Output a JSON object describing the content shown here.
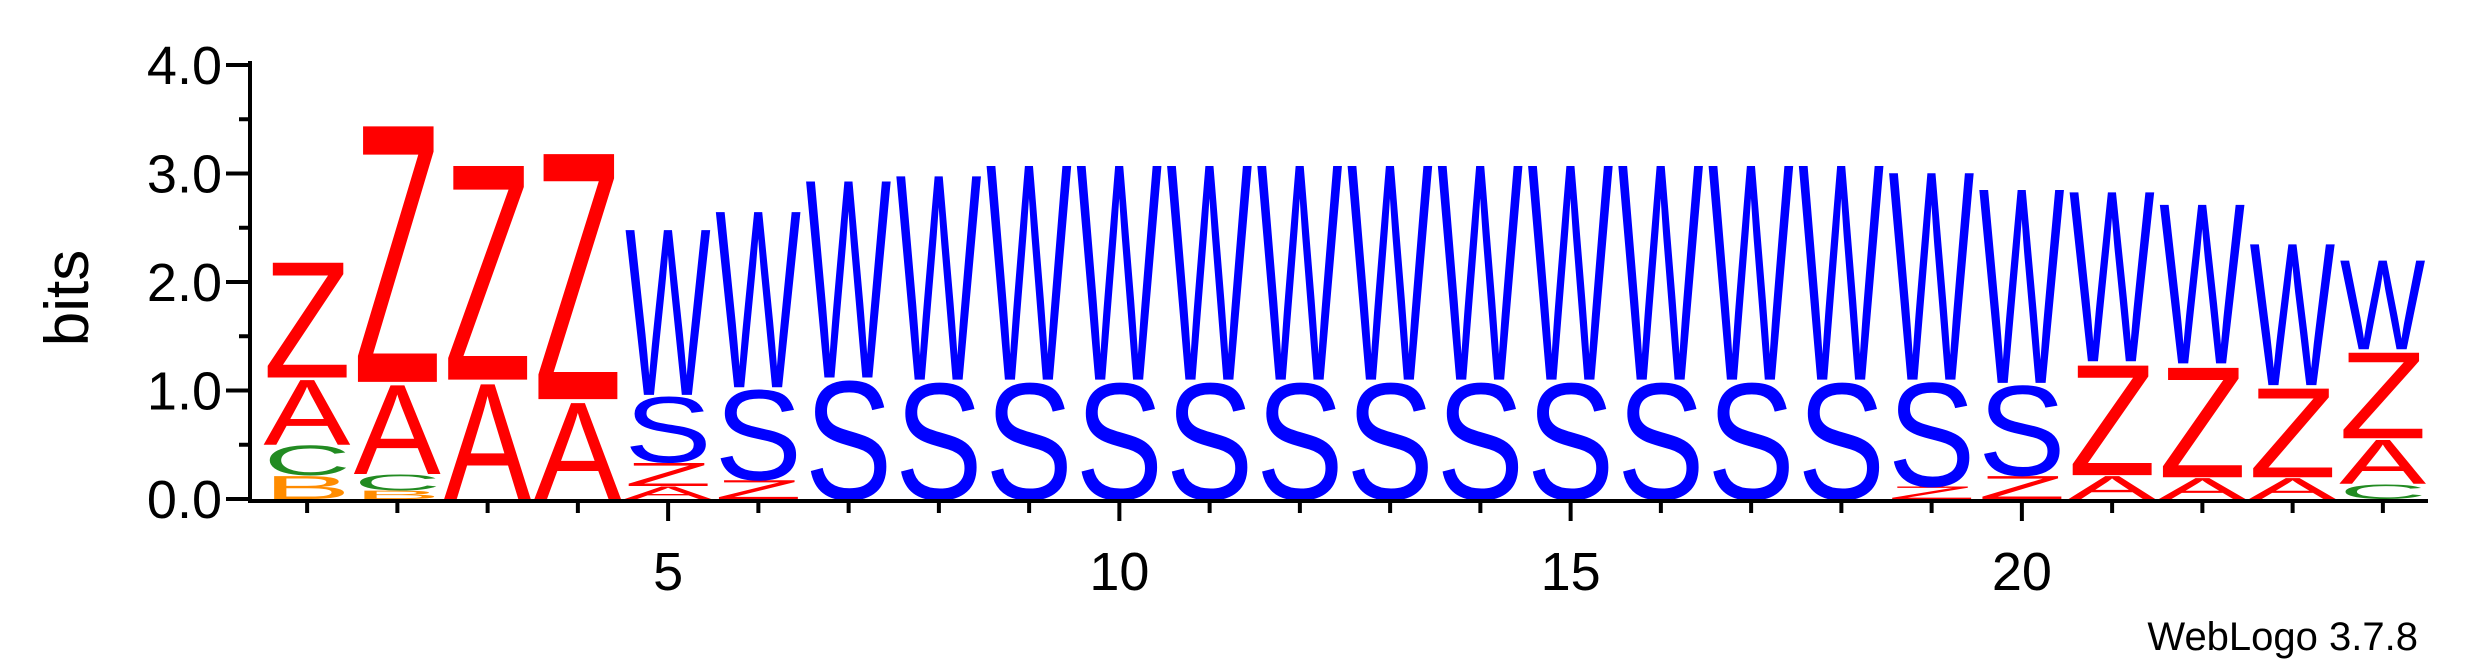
{
  "chart_data": {
    "type": "sequence-logo",
    "ylabel": "bits",
    "ylim": [
      0,
      4.0
    ],
    "yticks": [
      "0.0",
      "1.0",
      "2.0",
      "3.0",
      "4.0"
    ],
    "xticks": [
      {
        "pos": 5,
        "label": "5"
      },
      {
        "pos": 10,
        "label": "10"
      },
      {
        "pos": 15,
        "label": "15"
      },
      {
        "pos": 20,
        "label": "20"
      }
    ],
    "positions": [
      1,
      2,
      3,
      4,
      5,
      6,
      7,
      8,
      9,
      10,
      11,
      12,
      13,
      14,
      15,
      16,
      17,
      18,
      19,
      20,
      21,
      22,
      23,
      24
    ],
    "footer": "WebLogo 3.7.8",
    "colors": {
      "Z": "#ff0000",
      "A": "#ff0000",
      "C": "#228b22",
      "B": "#ff8c00",
      "S": "#0000ff",
      "W": "#0000ff"
    },
    "stacks": [
      [
        {
          "letter": "B",
          "bits": 0.22
        },
        {
          "letter": "C",
          "bits": 0.28
        },
        {
          "letter": "A",
          "bits": 0.62
        },
        {
          "letter": "Z",
          "bits": 1.1
        }
      ],
      [
        {
          "letter": "B",
          "bits": 0.08
        },
        {
          "letter": "C",
          "bits": 0.15
        },
        {
          "letter": "A",
          "bits": 0.85
        },
        {
          "letter": "Z",
          "bits": 2.45
        }
      ],
      [
        {
          "letter": "A",
          "bits": 1.1
        },
        {
          "letter": "Z",
          "bits": 2.05
        }
      ],
      [
        {
          "letter": "A",
          "bits": 0.92
        },
        {
          "letter": "Z",
          "bits": 2.35
        }
      ],
      [
        {
          "letter": "A",
          "bits": 0.12
        },
        {
          "letter": "Z",
          "bits": 0.22
        },
        {
          "letter": "S",
          "bits": 0.62
        },
        {
          "letter": "W",
          "bits": 1.58
        }
      ],
      [
        {
          "letter": "Z",
          "bits": 0.18
        },
        {
          "letter": "S",
          "bits": 0.85
        },
        {
          "letter": "W",
          "bits": 1.68
        }
      ],
      [
        {
          "letter": "S",
          "bits": 1.12
        },
        {
          "letter": "W",
          "bits": 1.88
        }
      ],
      [
        {
          "letter": "S",
          "bits": 1.1
        },
        {
          "letter": "W",
          "bits": 1.95
        }
      ],
      [
        {
          "letter": "S",
          "bits": 1.1
        },
        {
          "letter": "W",
          "bits": 2.05
        }
      ],
      [
        {
          "letter": "S",
          "bits": 1.1
        },
        {
          "letter": "W",
          "bits": 2.05
        }
      ],
      [
        {
          "letter": "S",
          "bits": 1.1
        },
        {
          "letter": "W",
          "bits": 2.05
        }
      ],
      [
        {
          "letter": "S",
          "bits": 1.1
        },
        {
          "letter": "W",
          "bits": 2.05
        }
      ],
      [
        {
          "letter": "S",
          "bits": 1.1
        },
        {
          "letter": "W",
          "bits": 2.05
        }
      ],
      [
        {
          "letter": "S",
          "bits": 1.1
        },
        {
          "letter": "W",
          "bits": 2.05
        }
      ],
      [
        {
          "letter": "S",
          "bits": 1.1
        },
        {
          "letter": "W",
          "bits": 2.05
        }
      ],
      [
        {
          "letter": "S",
          "bits": 1.1
        },
        {
          "letter": "W",
          "bits": 2.05
        }
      ],
      [
        {
          "letter": "S",
          "bits": 1.1
        },
        {
          "letter": "W",
          "bits": 2.05
        }
      ],
      [
        {
          "letter": "S",
          "bits": 1.1
        },
        {
          "letter": "W",
          "bits": 2.05
        }
      ],
      [
        {
          "letter": "Z",
          "bits": 0.12
        },
        {
          "letter": "S",
          "bits": 0.98
        },
        {
          "letter": "W",
          "bits": 1.98
        }
      ],
      [
        {
          "letter": "Z",
          "bits": 0.22
        },
        {
          "letter": "S",
          "bits": 0.85
        },
        {
          "letter": "W",
          "bits": 1.85
        }
      ],
      [
        {
          "letter": "A",
          "bits": 0.22
        },
        {
          "letter": "Z",
          "bits": 1.05
        },
        {
          "letter": "W",
          "bits": 1.62
        }
      ],
      [
        {
          "letter": "A",
          "bits": 0.2
        },
        {
          "letter": "Z",
          "bits": 1.05
        },
        {
          "letter": "W",
          "bits": 1.52
        }
      ],
      [
        {
          "letter": "A",
          "bits": 0.2
        },
        {
          "letter": "Z",
          "bits": 0.85
        },
        {
          "letter": "W",
          "bits": 1.35
        }
      ],
      [
        {
          "letter": "C",
          "bits": 0.14
        },
        {
          "letter": "A",
          "bits": 0.42
        },
        {
          "letter": "Z",
          "bits": 0.82
        },
        {
          "letter": "W",
          "bits": 0.85
        }
      ]
    ]
  }
}
